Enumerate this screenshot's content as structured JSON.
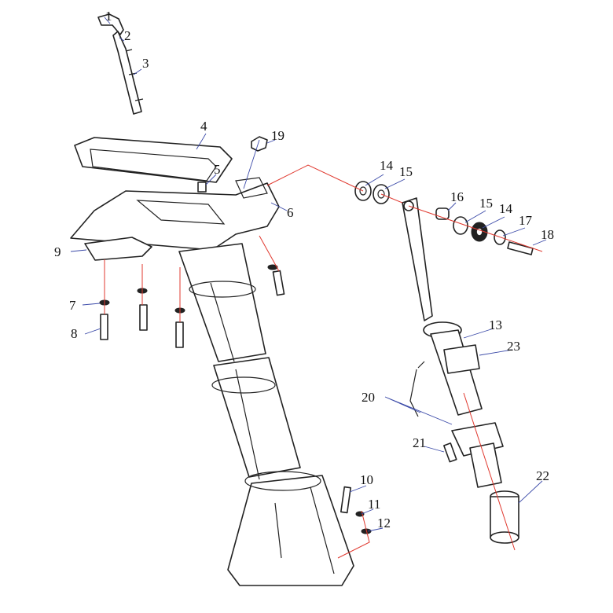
{
  "diagram": {
    "title": "Exploded parts diagram - drive shaft housing and steering bracket",
    "callouts": [
      "1",
      "2",
      "3",
      "4",
      "5",
      "19",
      "6",
      "9",
      "7",
      "8",
      "14",
      "15",
      "16",
      "15",
      "14",
      "17",
      "18",
      "13",
      "23",
      "20",
      "21",
      "10",
      "11",
      "12",
      "22"
    ],
    "colors": {
      "line": "#222222",
      "leader": "#e0392f",
      "callout": "#3b4aa8"
    }
  }
}
